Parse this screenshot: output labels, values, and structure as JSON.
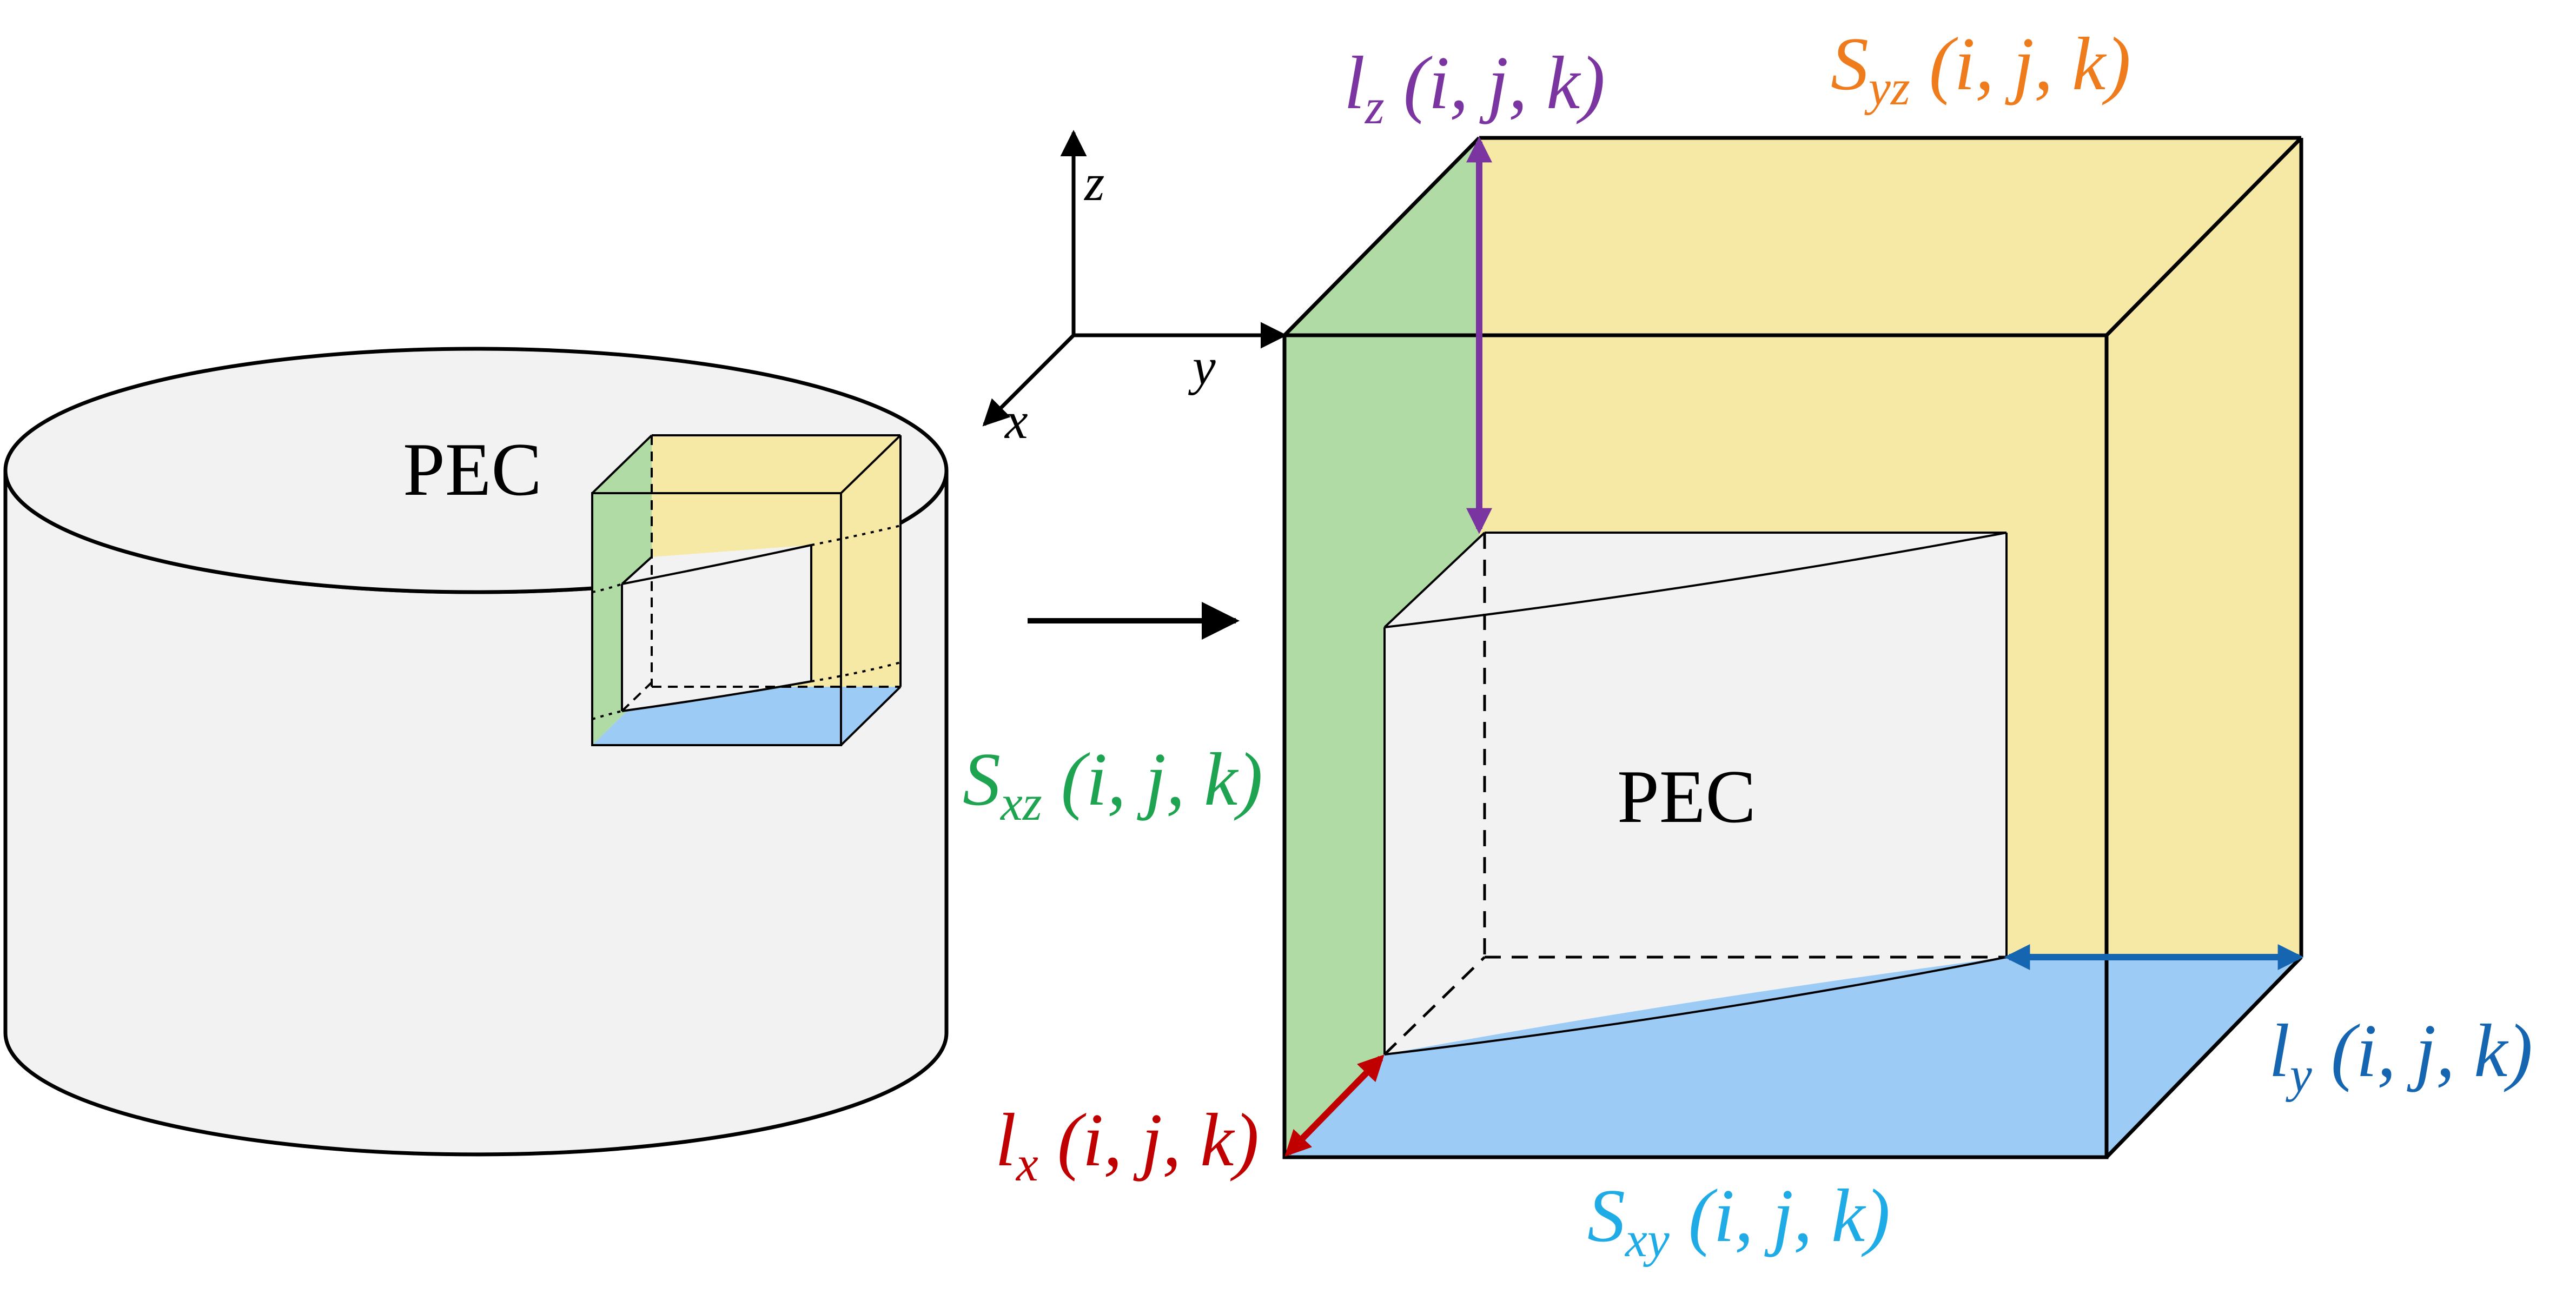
{
  "labels": {
    "pec_small": "PEC",
    "pec_large": "PEC",
    "axis_x": "x",
    "axis_y": "y",
    "axis_z": "z",
    "lz": {
      "base": "l",
      "sub": "z",
      "args": " (i, j, k)"
    },
    "syz": {
      "base": "S",
      "sub": "yz",
      "args": " (i, j, k)"
    },
    "sxz": {
      "base": "S",
      "sub": "xz",
      "args": " (i, j, k)"
    },
    "ly": {
      "base": "l",
      "sub": "y",
      "args": " (i, j, k)"
    },
    "lx": {
      "base": "l",
      "sub": "x",
      "args": " (i, j, k)"
    },
    "sxy": {
      "base": "S",
      "sub": "xy",
      "args": " (i, j, k)"
    }
  },
  "colors": {
    "green_face": "#b0dba4",
    "yellow_face": "#f5e9a5",
    "blue_face": "#9ccbf5",
    "pec_fill": "#f2f2f2",
    "lz_color": "#7b35a0",
    "syz_color": "#ee7b1c",
    "sxz_color": "#1ea350",
    "ly_color": "#1565b0",
    "lx_color": "#c00000",
    "sxy_color": "#1eabe6"
  }
}
